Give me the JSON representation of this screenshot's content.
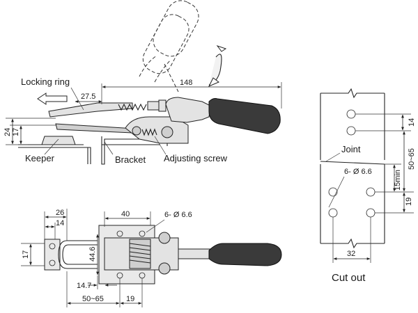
{
  "labels": {
    "locking_ring": "Locking ring",
    "keeper": "Keeper",
    "bracket": "Bracket",
    "adjusting_screw": "Adjusting screw",
    "joint": "Joint",
    "cut_out": "Cut out"
  },
  "dimensions": {
    "side_view": {
      "overall_length": "148",
      "travel": "27.5",
      "height_upper": "24",
      "height_lower": "17"
    },
    "top_view": {
      "d26": "26",
      "d14": "14",
      "d40": "40",
      "holes": "6- Ø 6.6",
      "d17": "17",
      "d44_6": "44.6",
      "d14_7": "14.7",
      "d50_65": "50~65",
      "d19": "19"
    },
    "cutout": {
      "d14": "14",
      "holes": "6- Ø 6.6",
      "d50_65": "50~65",
      "d15min": "15min",
      "d19": "19",
      "d32": "32"
    }
  }
}
